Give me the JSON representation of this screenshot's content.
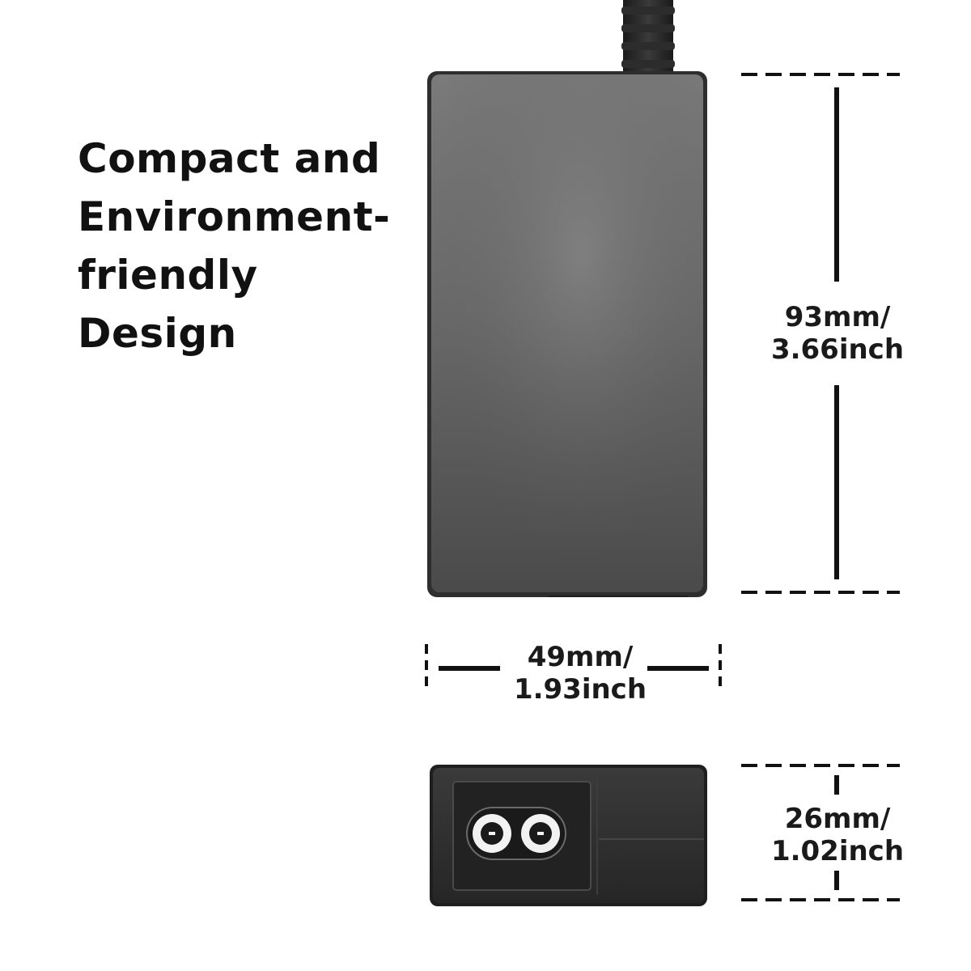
{
  "headline": {
    "line1": "Compact and",
    "line2": "Environment-",
    "line3": "friendly",
    "line4": "Design"
  },
  "dimensions": {
    "height": {
      "metric": "93mm/",
      "imperial": "3.66inch"
    },
    "width": {
      "metric": "49mm/",
      "imperial": "1.93inch"
    },
    "depth": {
      "metric": "26mm/",
      "imperial": "1.02inch"
    }
  },
  "colors": {
    "background": "#ffffff",
    "text": "#111111",
    "adapter_body": "#5a5a5a",
    "adapter_edge": "#2a2a2a",
    "dimension_lines": "#111111"
  }
}
